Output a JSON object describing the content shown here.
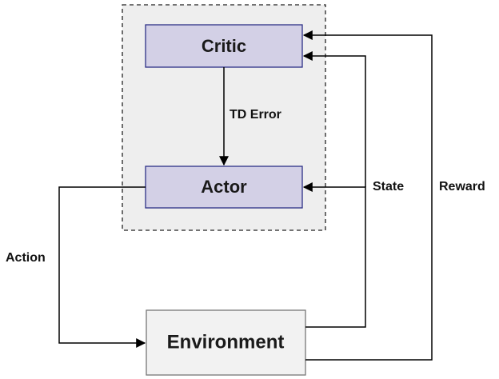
{
  "colors": {
    "group_fill": "#eeeeee",
    "group_border": "#222222",
    "node_fill": "#d3d0e6",
    "node_border": "#2c2f86",
    "env_fill": "#f2f2f2",
    "env_border": "#777777",
    "edge": "#000000"
  },
  "nodes": {
    "critic": "Critic",
    "actor": "Actor",
    "environment": "Environment"
  },
  "edges": {
    "td_error": "TD Error",
    "state": "State",
    "reward": "Reward",
    "action": "Action"
  }
}
